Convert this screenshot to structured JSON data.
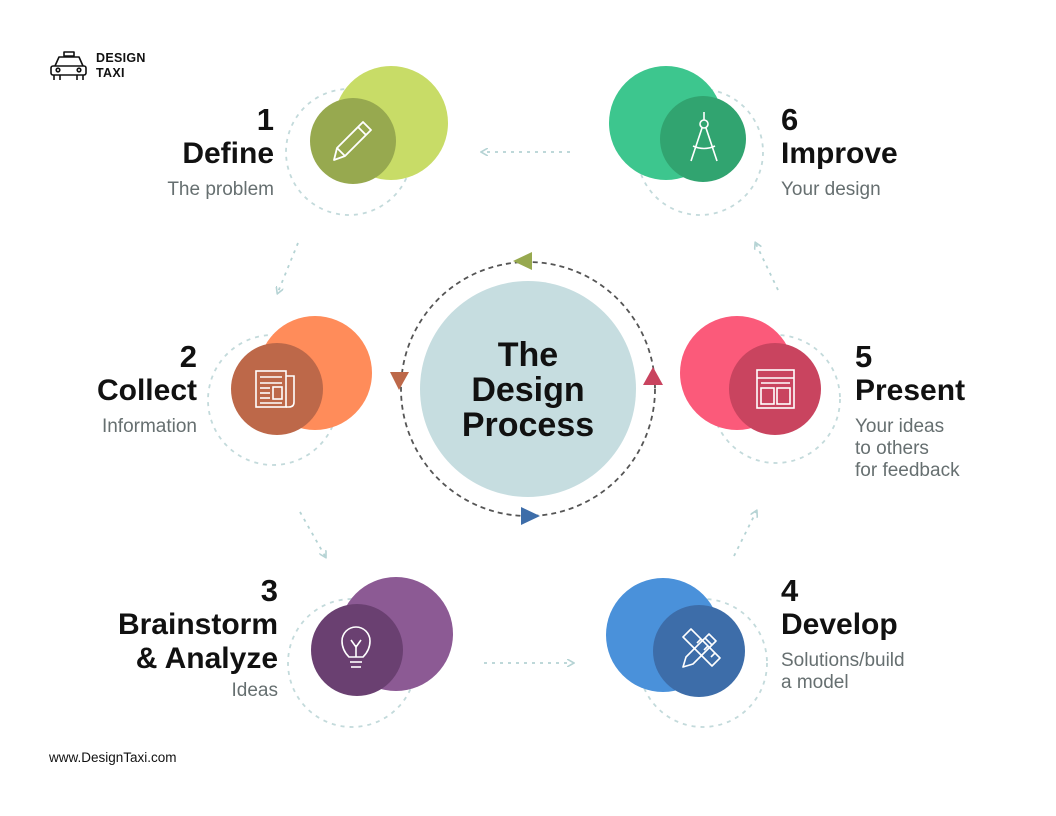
{
  "brand": {
    "logo_line1": "DESIGN",
    "logo_line2": "TAXI",
    "logo_icon": "taxi-car-icon",
    "website": "www.DesignTaxi.com"
  },
  "center": {
    "line1": "The",
    "line2": "Design",
    "line3": "Process"
  },
  "steps": [
    {
      "number": "1",
      "title": "Define",
      "subtitle": "The problem",
      "icon": "pencil-icon",
      "color_outer": "#c8dc67",
      "color_inner": "#97a94f"
    },
    {
      "number": "2",
      "title": "Collect",
      "subtitle": "Information",
      "icon": "newspaper-icon",
      "color_outer": "#ff8c5a",
      "color_inner": "#bd6849"
    },
    {
      "number": "3",
      "title_line1": "Brainstorm",
      "title_line2": "& Analyze",
      "subtitle": "Ideas",
      "icon": "lightbulb-icon",
      "color_outer": "#8c5a94",
      "color_inner": "#6a4071"
    },
    {
      "number": "4",
      "title": "Develop",
      "subtitle_line1": "Solutions/build",
      "subtitle_line2": "a model",
      "icon": "pencil-ruler-icon",
      "color_outer": "#4a91da",
      "color_inner": "#3d6da9"
    },
    {
      "number": "5",
      "title": "Present",
      "subtitle_line1": "Your ideas",
      "subtitle_line2": "to others",
      "subtitle_line3": "for feedback",
      "icon": "layout-icon",
      "color_outer": "#fb5a7a",
      "color_inner": "#c9445f"
    },
    {
      "number": "6",
      "title": "Improve",
      "subtitle": "Your design",
      "icon": "compass-icon",
      "color_outer": "#3dc68e",
      "color_inner": "#31a470"
    }
  ],
  "colors": {
    "center_circle": "#c6dde0",
    "ring_dashes": "#555555",
    "arrow_green": "#97a94f",
    "arrow_orange": "#bd6849",
    "arrow_blue": "#3d6da9",
    "arrow_red": "#c9445f",
    "connector": "#b5d3d4"
  }
}
